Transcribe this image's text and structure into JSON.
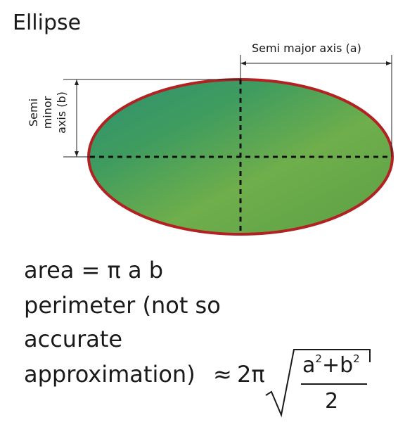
{
  "title": "Ellipse",
  "labels": {
    "major_axis": "Semi major axis (a)",
    "minor_axis_lines": [
      "Semi",
      "minor",
      "axis (b)"
    ]
  },
  "formulas": {
    "area": "area = π a b",
    "perimeter_line1": "perimeter (not so",
    "perimeter_line2": "accurate",
    "perimeter_line3": "approximation)",
    "approx_symbol": "≈",
    "two_pi": "2π",
    "numerator_a": "a",
    "numerator_exp_a": "2",
    "numerator_plus_b": "+b",
    "numerator_exp_b": "2",
    "denominator": "2"
  },
  "colors": {
    "ellipse_fill_dark": "#3a9a5a",
    "ellipse_fill_light": "#72b14c",
    "ellipse_outline": "#b22222",
    "axis_dashes": "#111111"
  }
}
